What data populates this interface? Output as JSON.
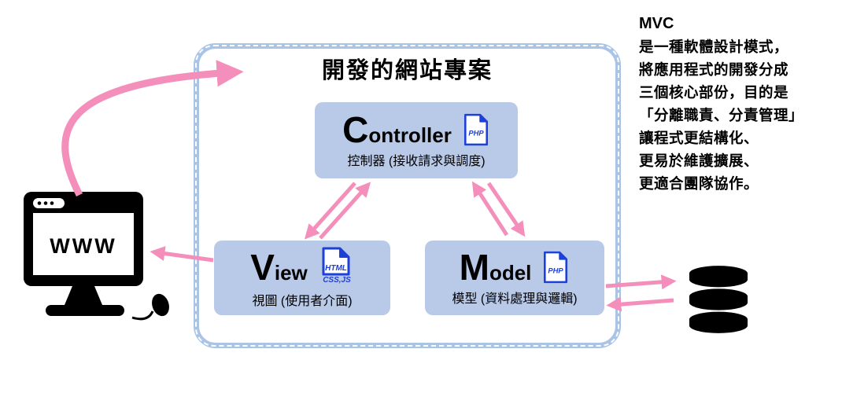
{
  "title": "開發的網站專案",
  "computer": {
    "screen_label": "WWW"
  },
  "boxes": {
    "controller": {
      "initial": "C",
      "rest": "ontroller",
      "subtitle": "控制器 (接收請求與調度)",
      "icon_label": "PHP"
    },
    "view": {
      "initial": "V",
      "rest": "iew",
      "subtitle": "視圖 (使用者介面)",
      "icon_label_top": "HTML",
      "icon_label_bottom": "CSS,JS"
    },
    "model": {
      "initial": "M",
      "rest": "odel",
      "subtitle": "模型 (資料處理與邏輯)",
      "icon_label": "PHP"
    }
  },
  "description": {
    "title": "MVC",
    "lines": [
      "是一種軟體設計模式，",
      "將應用程式的開發分成",
      "三個核心部份，目的是",
      "「分離職責、分責管理」",
      "讓程式更結構化、",
      "更易於維護擴展、",
      "更適合團隊協作。"
    ]
  },
  "colors": {
    "arrow": "#f48fbb",
    "box_bg": "#b9c9e8",
    "container_border": "#aac4e6",
    "icon_blue": "#1d40d8"
  }
}
